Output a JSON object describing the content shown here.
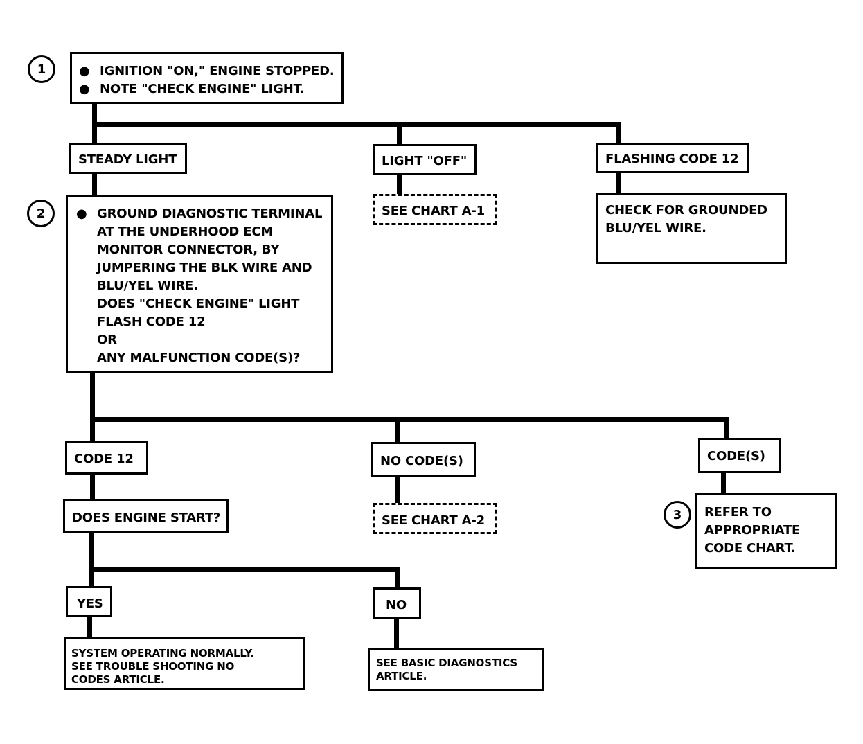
{
  "steps": {
    "s1": "1",
    "s2": "2",
    "s3": "3"
  },
  "box1": {
    "line1": "IGNITION \"ON,\" ENGINE STOPPED.",
    "line2": "NOTE \"CHECK ENGINE\" LIGHT.",
    "bullet": "●"
  },
  "steady_light": "STEADY LIGHT",
  "light_off": "LIGHT \"OFF\"",
  "flashing_code_12": "FLASHING CODE 12",
  "see_chart_a1": "SEE CHART A-1",
  "check_grounded": [
    "CHECK FOR GROUNDED",
    "BLU/YEL WIRE."
  ],
  "box2": {
    "bullet": "●",
    "lines": [
      "GROUND DIAGNOSTIC TERMINAL",
      "AT THE UNDERHOOD ECM",
      "MONITOR CONNECTOR, BY",
      "JUMPERING THE BLK WIRE AND",
      "BLU/YEL WIRE.",
      "DOES \"CHECK ENGINE\" LIGHT",
      "FLASH CODE 12",
      "OR",
      "ANY MALFUNCTION CODE(S)?"
    ]
  },
  "code_12": "CODE 12",
  "no_codes": "NO CODE(S)",
  "codes": "CODE(S)",
  "see_chart_a2": "SEE CHART A-2",
  "refer": [
    "REFER TO",
    "APPROPRIATE",
    "CODE CHART."
  ],
  "engine_start": "DOES ENGINE START?",
  "yes": "YES",
  "no": "NO",
  "system_normal": [
    "SYSTEM OPERATING NORMALLY.",
    "SEE TROUBLE SHOOTING NO",
    "CODES ARTICLE."
  ],
  "basic_diag": [
    "SEE BASIC DIAGNOSTICS",
    "ARTICLE."
  ]
}
